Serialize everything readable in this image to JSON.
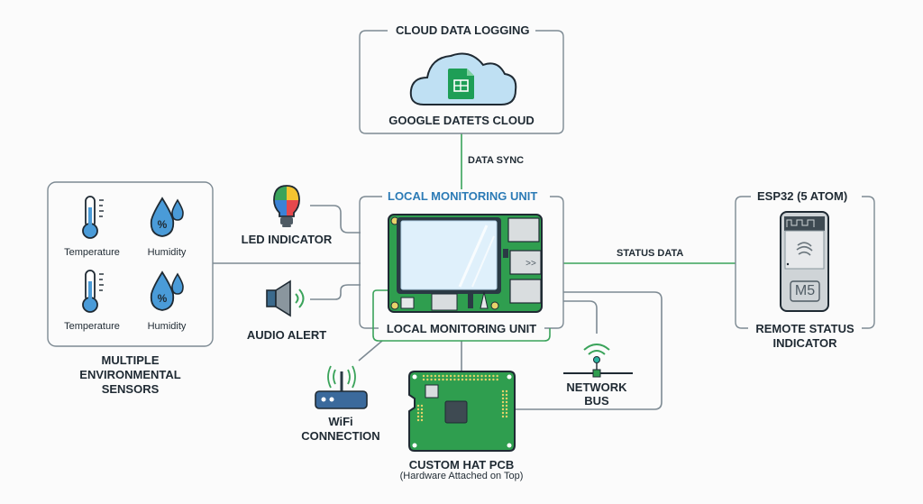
{
  "cloud": {
    "header": "CLOUD DATA LOGGING",
    "title": "GOOGLE DATETS CLOUD",
    "icon": "spreadsheet-icon"
  },
  "edges": {
    "data_sync": "DATA SYNC",
    "status_data": "STATUS DATA"
  },
  "sensors": {
    "items": [
      {
        "label": "Temperature",
        "icon": "thermometer-icon"
      },
      {
        "label": "Humidity",
        "icon": "humidity-drop-icon"
      },
      {
        "label": "Temperature",
        "icon": "thermometer-icon"
      },
      {
        "label": "Humidity",
        "icon": "humidity-drop-icon"
      }
    ],
    "caption_line1": "MULTIPLE",
    "caption_line2": "ENVIRONMENTAL",
    "caption_line3": "SENSORS"
  },
  "led": {
    "label": "LED INDICATOR",
    "icon": "light-bulb-icon"
  },
  "audio": {
    "label": "AUDIO ALERT",
    "icon": "speaker-icon"
  },
  "local_unit": {
    "header": "LOCAL MONITORING UNIT",
    "footer": "LOCAL MONITORING UNIT",
    "icon": "raspberry-pi-board-icon"
  },
  "remote": {
    "header": "ESP32 (5 ATOM)",
    "caption_line1": "REMOTE STATUS",
    "caption_line2": "INDICATOR",
    "badge": "M5",
    "icon": "esp32-atom-icon"
  },
  "wifi": {
    "line1": "WiFi",
    "line2": "CONNECTION",
    "icon": "wifi-router-icon"
  },
  "hat": {
    "title": "CUSTOM HAT PCB",
    "subtitle": "(Hardware Attached on Top)",
    "icon": "pcb-icon"
  },
  "bus": {
    "line1": "NETWORK",
    "line2": "BUS",
    "icon": "network-bus-icon"
  },
  "colors": {
    "line_gray": "#7d8a93",
    "line_green": "#3aa35a",
    "pcb_green": "#2f9e4f",
    "accent_blue": "#2c7bb6",
    "sensor_blue": "#4a9bd8",
    "dark": "#1f2a33"
  }
}
